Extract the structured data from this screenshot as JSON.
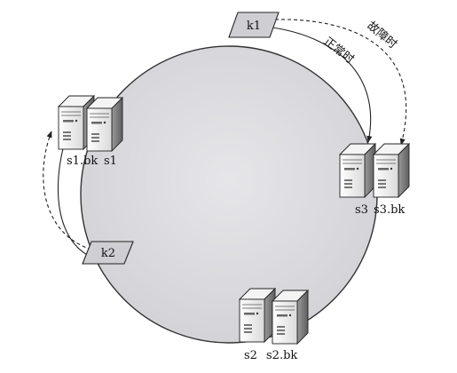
{
  "keys": {
    "k1": "k1",
    "k2": "k2"
  },
  "servers": {
    "s1": "s1",
    "s1_backup": "s1.bk",
    "s2": "s2",
    "s2_backup": "s2.bk",
    "s3": "s3",
    "s3_backup": "s3.bk"
  },
  "annotations": {
    "normal": "正常时",
    "failure": "故障时"
  }
}
